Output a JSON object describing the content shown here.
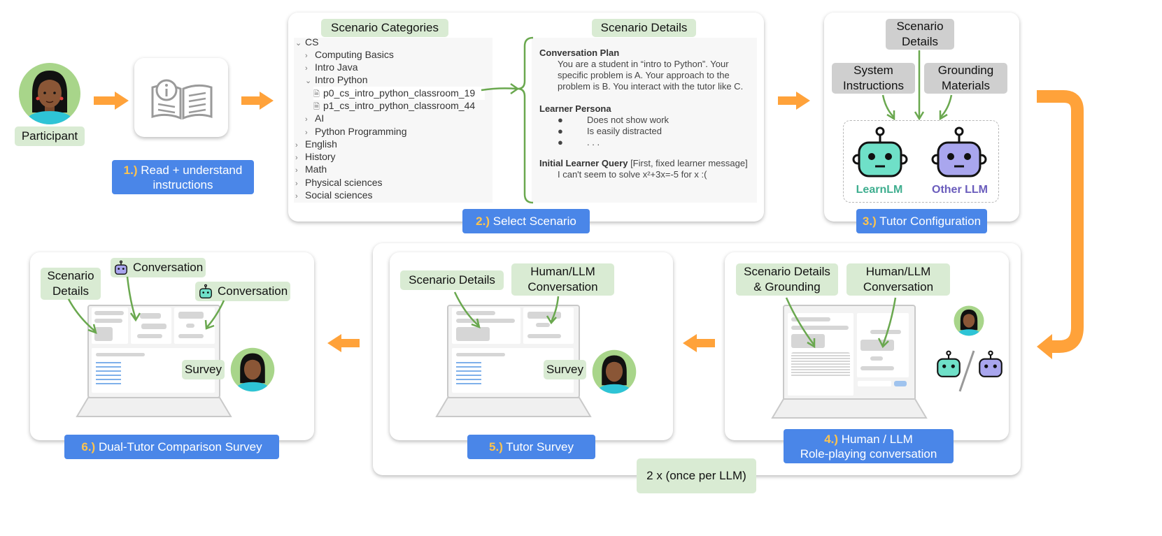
{
  "participant_label": "Participant",
  "steps": {
    "s1": {
      "num": "1.)",
      "line1": "Read + understand",
      "line2": "instructions"
    },
    "s2": {
      "num": "2.)",
      "label": "Select Scenario"
    },
    "s3": {
      "num": "3.)",
      "label": "Tutor Configuration"
    },
    "s4": {
      "num": "4.)",
      "line1": "Human / LLM",
      "line2": "Role-playing conversation"
    },
    "s5": {
      "num": "5.)",
      "label": "Tutor Survey"
    },
    "s6": {
      "num": "6.)",
      "label": "Dual-Tutor Comparison Survey"
    }
  },
  "scenario_panel": {
    "categories_header": "Scenario Categories",
    "details_header": "Scenario Details",
    "tree": [
      {
        "label": "CS",
        "caret": "down"
      },
      {
        "label": "Computing Basics",
        "caret": "right"
      },
      {
        "label": "Intro Java",
        "caret": "right"
      },
      {
        "label": "Intro Python",
        "caret": "down"
      },
      {
        "label": "p0_cs_intro_python_classroom_19",
        "caret": "file"
      },
      {
        "label": "p1_cs_intro_python_classroom_44",
        "caret": "file"
      },
      {
        "label": "AI",
        "caret": "right"
      },
      {
        "label": "Python Programming",
        "caret": "right"
      },
      {
        "label": "English",
        "caret": "right"
      },
      {
        "label": "History",
        "caret": "right"
      },
      {
        "label": "Math",
        "caret": "right"
      },
      {
        "label": "Physical sciences",
        "caret": "right"
      },
      {
        "label": "Social sciences",
        "caret": "right"
      }
    ],
    "details": {
      "plan_title": "Conversation Plan",
      "plan_lines": [
        "You are a student in “intro to Python”. Your",
        "specific problem is A. Your approach to the",
        "problem is B. You interact with the tutor like C."
      ],
      "persona_title": "Learner Persona",
      "persona_items": [
        "Does not show work",
        "Is easily distracted",
        ". . ."
      ],
      "query_title": "Initial Learner Query",
      "query_note": "[First, fixed learner message]",
      "query_text": "I can't seem to solve x²+3x=-5 for x :("
    }
  },
  "tutor_config": {
    "scenario_details": [
      "Scenario",
      "Details"
    ],
    "system_instructions": [
      "System",
      "Instructions"
    ],
    "grounding_materials": [
      "Grounding",
      "Materials"
    ],
    "learnlm": "LearnLM",
    "other_llm": "Other LLM"
  },
  "step4_panel": {
    "scenario_grounding": [
      "Scenario Details",
      "& Grounding"
    ],
    "conversation": [
      "Human/LLM",
      "Conversation"
    ]
  },
  "step5_panel": {
    "scenario_details": "Scenario Details",
    "conversation": [
      "Human/LLM",
      "Conversation"
    ],
    "survey": "Survey"
  },
  "step6_panel": {
    "scenario_details": [
      "Scenario",
      "Details"
    ],
    "conversation_a": "Conversation",
    "conversation_b": "Conversation",
    "survey": "Survey"
  },
  "repeat_label": "2 x (once per LLM)",
  "colors": {
    "arrow_orange": "#ffa23a",
    "step_blue": "#4a86e8",
    "label_green": "#d9ebd3",
    "learnlm_teal": "#6fe0c8",
    "other_purple": "#a9a6ee",
    "connector_green": "#6aa84f"
  }
}
